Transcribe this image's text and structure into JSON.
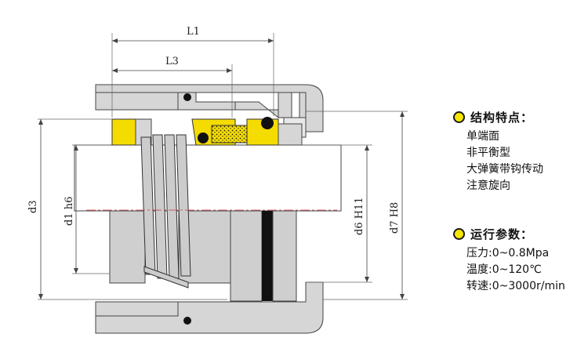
{
  "dimensions": {
    "L1": "L1",
    "L3": "L3",
    "d3": "d3",
    "d1": "d1 h6",
    "d6": "d6 H11",
    "d7": "d7 H8"
  },
  "features": {
    "title": "结构特点：",
    "items": [
      "单端面",
      "非平衡型",
      "大弹簧带钩传动",
      "注意旋向"
    ]
  },
  "params": {
    "title": "运行参数：",
    "items": [
      "压力:0~0.8Mpa",
      "温度:0~120℃",
      "转速:0~3000r/min"
    ]
  },
  "colors": {
    "housing": "#d6d6d6",
    "housing_stroke": "#444444",
    "shaft": "#ffffff",
    "sleeve": "#cfcfcf",
    "spring": "#cccccc",
    "yellow_ring": "#f5dc00",
    "graphite": "#222222",
    "indicator_dot": "#f7e600"
  },
  "icons": {
    "bullet": "yellow-dot-icon"
  }
}
